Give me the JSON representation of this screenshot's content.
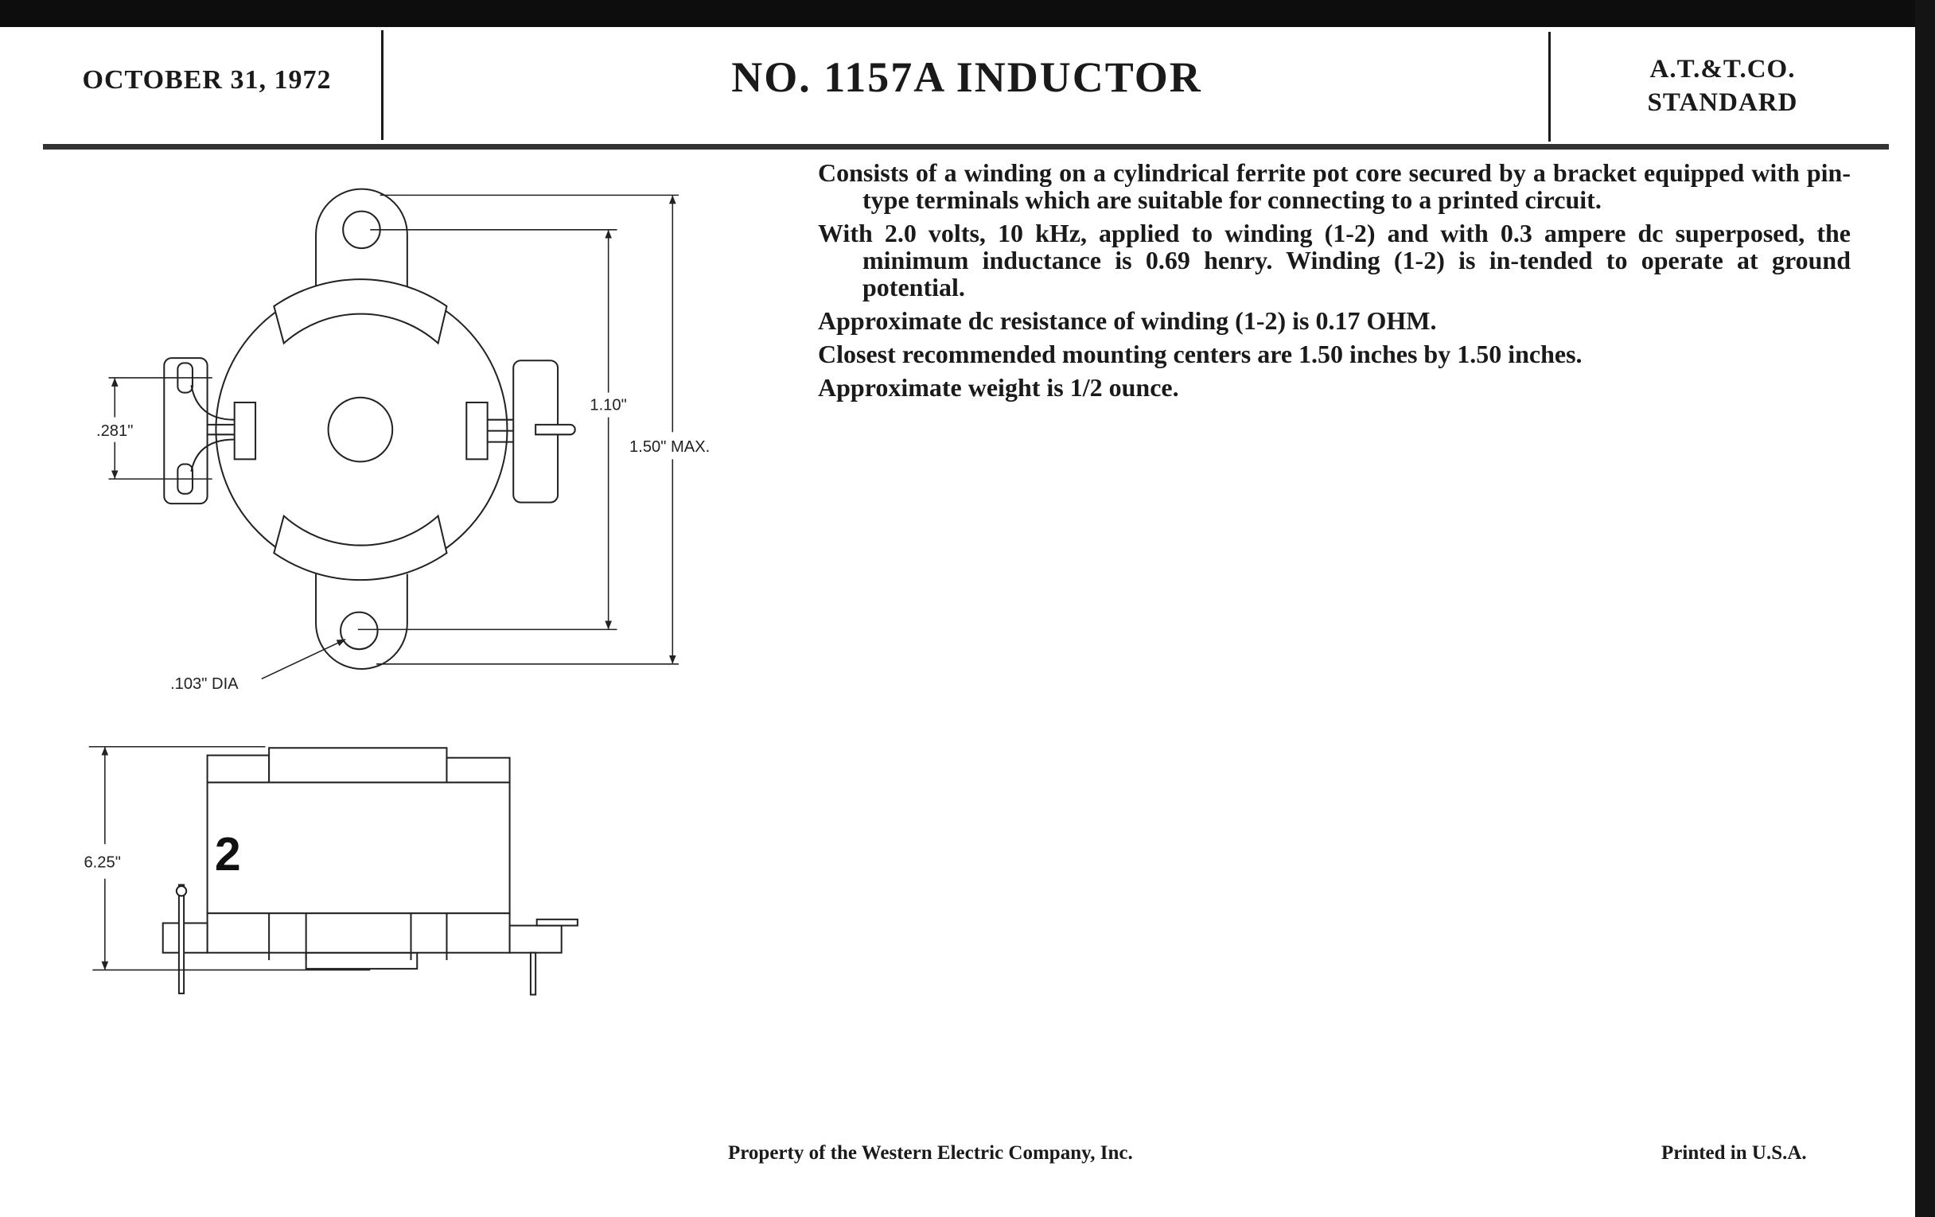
{
  "header": {
    "date": "OCTOBER 31, 1972",
    "title": "NO. 1157A INDUCTOR",
    "standard_line1": "A.T.&T.CO.",
    "standard_line2": "STANDARD"
  },
  "description": [
    "Consists of a winding on a cylindrical ferrite pot core secured by a bracket equipped with pin-type terminals which are suitable for connecting to a printed circuit.",
    "With 2.0 volts, 10 kHz, applied to winding (1-2) and with 0.3 ampere dc superposed, the minimum inductance is 0.69 henry.  Winding (1-2) is in-tended to operate at ground potential.",
    "Approximate dc resistance of winding (1-2) is 0.17 OHM.",
    "Closest recommended mounting centers are 1.50 inches by 1.50 inches.",
    "Approximate weight is 1/2 ounce."
  ],
  "drawing": {
    "top_view": {
      "dim_terminal_spacing": ".281\"",
      "dim_mount_centers": "1.10\"",
      "dim_overall": "1.50\" MAX.",
      "dim_hole": ".103\" DIA"
    },
    "side_view": {
      "dim_height": "6.25\"",
      "terminal_marking": "2"
    }
  },
  "footer": {
    "property": "Property of the Western Electric Company, Inc.",
    "printed": "Printed in U.S.A."
  }
}
